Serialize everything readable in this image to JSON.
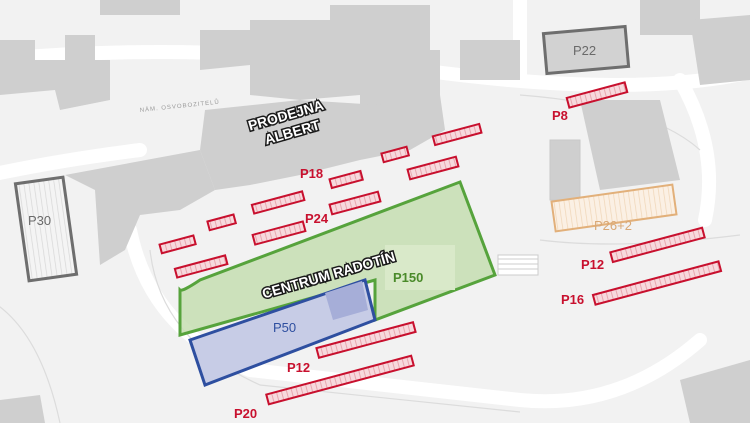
{
  "street_name": "NÁM. OSVOBOZITELŮ",
  "store_label": [
    "PRODEJNA",
    "ALBERT"
  ],
  "centre_label": "CENTRUM RADOTÍN",
  "parking": {
    "p8": "P8",
    "p12_east": "P12",
    "p12_south": "P12",
    "p16": "P16",
    "p18": "P18",
    "p20": "P20",
    "p22": "P22",
    "p24": "P24",
    "p26": "P26+2",
    "p30": "P30",
    "p50": "P50",
    "p150": "P150"
  },
  "colors": {
    "street_parking": "#c8102e",
    "p150_zone": "#4a8a2a",
    "p50_zone": "#2e4fa0",
    "p26_zone": "#d9a875",
    "private_lot": "#6a6a6a"
  }
}
